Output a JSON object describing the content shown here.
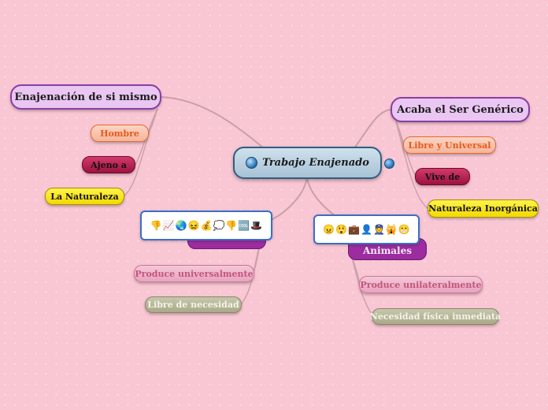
{
  "colors": {
    "background": "#f9c6d3",
    "center_fill": "#b7cfe0",
    "main_topic_fill": "#eac6f2",
    "main_topic_border": "#8a3ea3",
    "connector": "#c9a0a8"
  },
  "center": {
    "label": "Trabajo Enajenado",
    "icon": "globe-icon"
  },
  "floating_icon": "globe-icon",
  "left_top": {
    "label": "Enajenación de si mismo",
    "children": [
      "Hombre",
      "Ajeno a",
      "La Naturaleza"
    ]
  },
  "right_top": {
    "label": "Acaba el Ser Genérico",
    "children": [
      "Libre y Universal",
      "Vive de",
      "Naturaleza Inorgánica"
    ]
  },
  "left_bottom": {
    "label": "",
    "emojis": [
      "👎",
      "📈",
      "🌏",
      "😖",
      "💰",
      "💭",
      "👎",
      "🆒",
      "🎩"
    ],
    "children": [
      "Produce universalmente",
      "Libre de necesidad"
    ]
  },
  "right_bottom": {
    "label": "Animales",
    "emojis": [
      "😠",
      "😲",
      "💼",
      "👤",
      "👮",
      "🙀",
      "😁"
    ],
    "children": [
      "Produce unilateralmente",
      "Necesidad física inmediata"
    ]
  }
}
